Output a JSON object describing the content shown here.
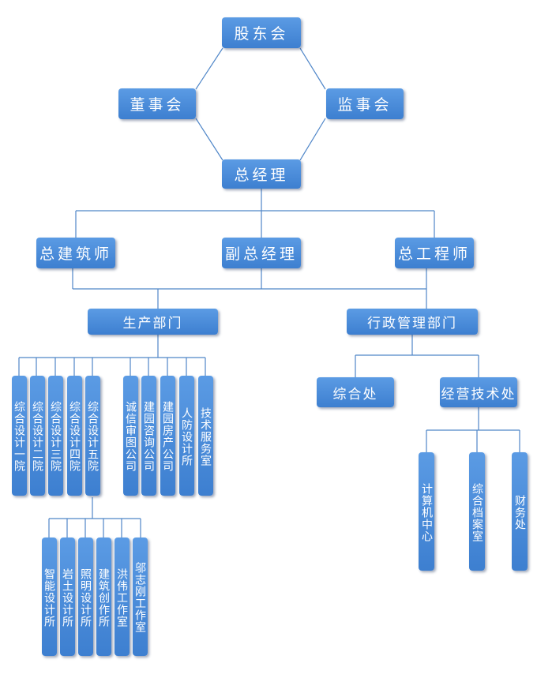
{
  "diagram": {
    "shareholders": "股东会",
    "board": "董事会",
    "supervisors": "监事会",
    "gm": "总经理",
    "chief_architect": "总建筑师",
    "deputy_gm": "副总经理",
    "chief_engineer": "总工程师",
    "production": "生产部门",
    "admin": "行政管理部门",
    "prod_units": [
      "综合设计一院",
      "综合设计二院",
      "综合设计三院",
      "综合设计四院",
      "综合设计五院",
      "诚信审图公司",
      "建园咨询公司",
      "建园房产公司",
      "人防设计所",
      "技术服务室"
    ],
    "studios": [
      "智能设计所",
      "岩土设计所",
      "照明设计所",
      "建筑创作所",
      "洪伟工作室",
      "邬志刚工作室"
    ],
    "admin_units": [
      "综合处",
      "经营技术处"
    ],
    "tech_units": [
      "计算机中心",
      "综合档案室",
      "财务处"
    ]
  }
}
